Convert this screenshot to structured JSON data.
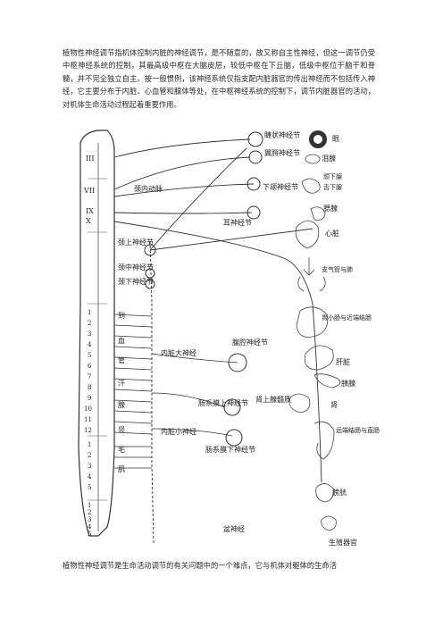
{
  "paragraph_top": "植物性神经调节指机体控制内脏的神经调节，是不随意的，故又称自主性神经，但这一调节仍受中枢神经系统的控制，其最高级中枢在大脑皮层，较低中枢在下丘脑，低级中枢位于脑干和脊髓，并不完全独立自主。按一般惯例，该神经系统仅指支配内脏器官的传出神经而不包括传入神经，它主要分布于内脏、心血管和腺体等处，在中枢神经系统的控制下，调节内脏器官的活动，对机体生命活动过程起着重要作用。",
  "paragraph_bottom": "植物性神经调节是生命活动调节的有关问题中的一个难点，它与机体对躯体的生命活",
  "figure": {
    "cranial_nerves": [
      "III",
      "VII",
      "IX",
      "X"
    ],
    "spinal_numbers": [
      "1",
      "2",
      "3",
      "4",
      "5",
      "6",
      "7",
      "8",
      "9",
      "10",
      "11",
      "12",
      "1",
      "2",
      "3",
      "4",
      "5",
      "1",
      "2",
      "3",
      "4",
      "5"
    ],
    "ganglia": [
      "睫状神经节",
      "翼腭神经节",
      "下颌神经节",
      "耳神经节",
      "颈上神经节",
      "颈中神经节",
      "颈下神经节",
      "腹腔神经节",
      "肠系膜上神经节",
      "肠系膜下神经节"
    ],
    "trunk_labels": [
      "到",
      "血",
      "管",
      "汗",
      "腺",
      "竖",
      "毛",
      "肌"
    ],
    "nerve_labels": [
      "颈内动脉",
      "内脏大神经",
      "内脏小神经",
      "盆神经",
      "肾上腺髓质"
    ],
    "organs": [
      "眼",
      "泪腺",
      "颌下腺",
      "舌下腺",
      "腮腺",
      "心脏",
      "支气管与肺",
      "胃小肠与近端结肠",
      "肝脏",
      "胰腺",
      "肾",
      "远端结肠与直肠",
      "膀胱",
      "生殖器官"
    ]
  }
}
